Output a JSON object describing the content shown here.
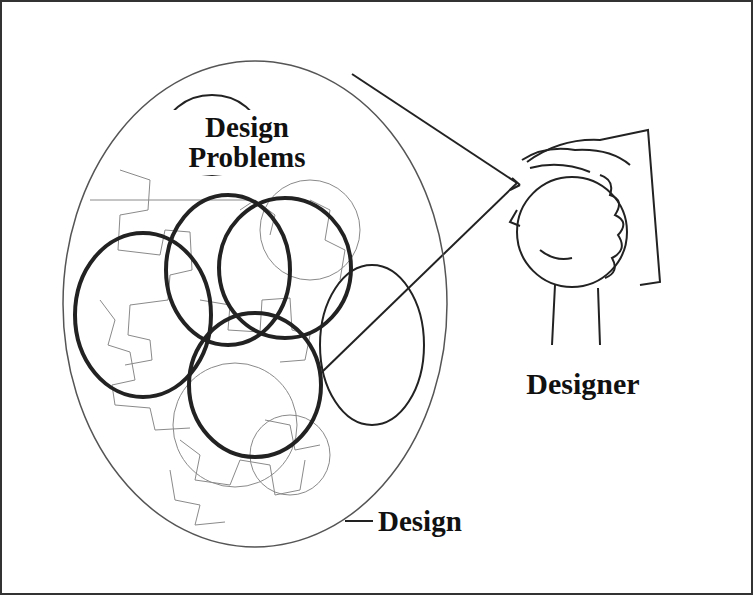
{
  "diagram": {
    "nodes": [
      {
        "text": [
          "Design Problems",
          "Design"
        ]
      }
    ],
    "labels": [
      "Designer"
    ]
  }
}
